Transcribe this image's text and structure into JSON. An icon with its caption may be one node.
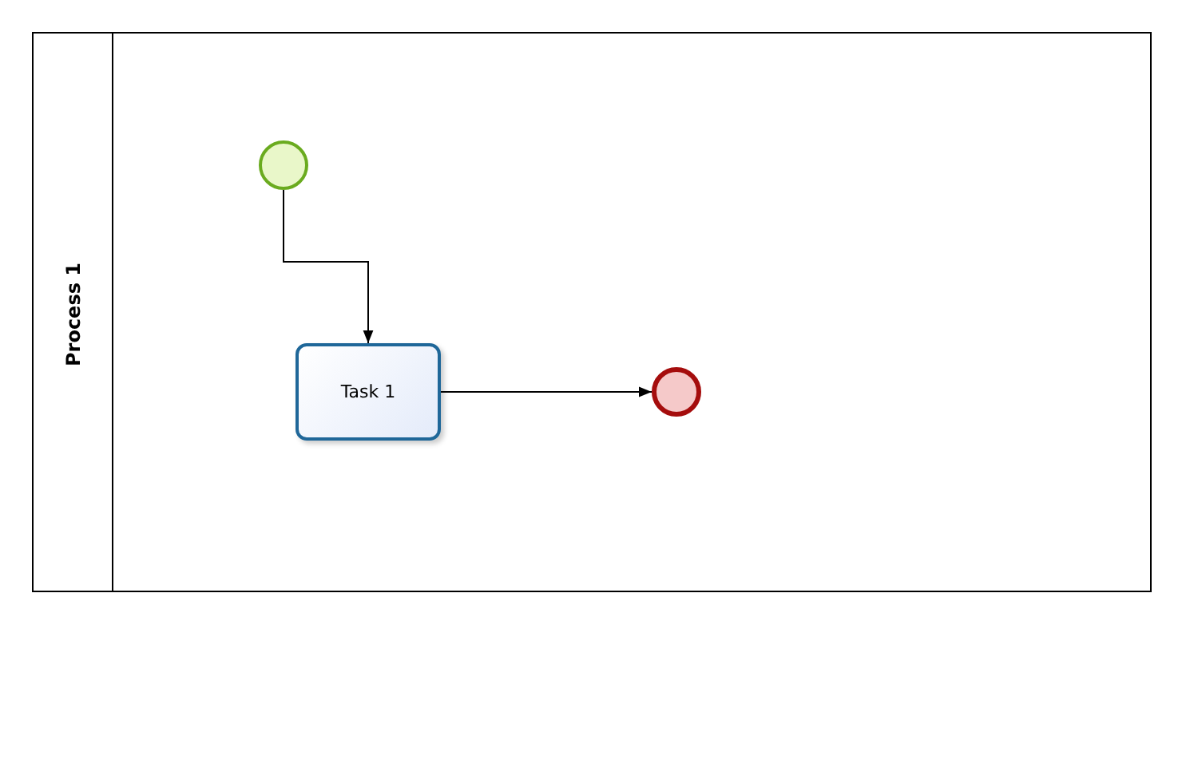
{
  "diagram": {
    "nodes": [
      {
        "text": [
          "Process 1"
        ]
      },
      {
        "text": [],
        "shape": "circle",
        "in": 0
      },
      {
        "text": [
          "Task 1"
        ],
        "in": 0
      },
      {
        "text": [],
        "shape": "circle",
        "in": 0
      }
    ],
    "edges": [
      {
        "from": 1,
        "to": 2,
        "arrow": "to"
      },
      {
        "from": 2,
        "to": 3,
        "arrow": "to"
      }
    ]
  }
}
